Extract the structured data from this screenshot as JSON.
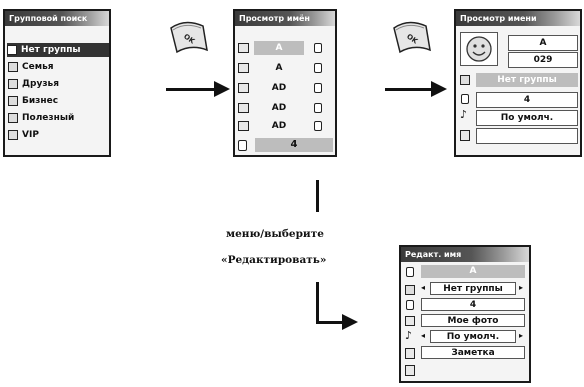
{
  "screen1": {
    "title": "Групповой поиск",
    "items": [
      {
        "label": "Нет группы",
        "selected": true
      },
      {
        "label": "Семья"
      },
      {
        "label": "Друзья"
      },
      {
        "label": "Бизнес"
      },
      {
        "label": "Полезный"
      },
      {
        "label": "VIP"
      }
    ]
  },
  "screen2": {
    "title": "Просмотр имён",
    "rows": [
      {
        "value": "A",
        "highlight": true
      },
      {
        "value": "A"
      },
      {
        "value": "AD"
      },
      {
        "value": "AD"
      },
      {
        "value": "AD"
      }
    ],
    "footer_value": "4"
  },
  "screen3": {
    "title": "Просмотр имени",
    "name": "A",
    "number": "029",
    "group": "Нет группы",
    "count": "4",
    "ringtone": "По умолч."
  },
  "screen4": {
    "title": "Редакт. имя",
    "name": "A",
    "group": "Нет группы",
    "count": "4",
    "photo": "Мое фото",
    "ringtone": "По умолч.",
    "note": "Заметка"
  },
  "caption": {
    "line1": "меню/выберите",
    "line2": "«Редактировать»"
  },
  "key_label": "OK",
  "icons": {
    "group_item": "folder-icon",
    "row_left": "contact-card-icon",
    "row_right": "phone-icon",
    "avatar": "smiley-avatar-icon",
    "ringtone": "music-note-icon"
  }
}
